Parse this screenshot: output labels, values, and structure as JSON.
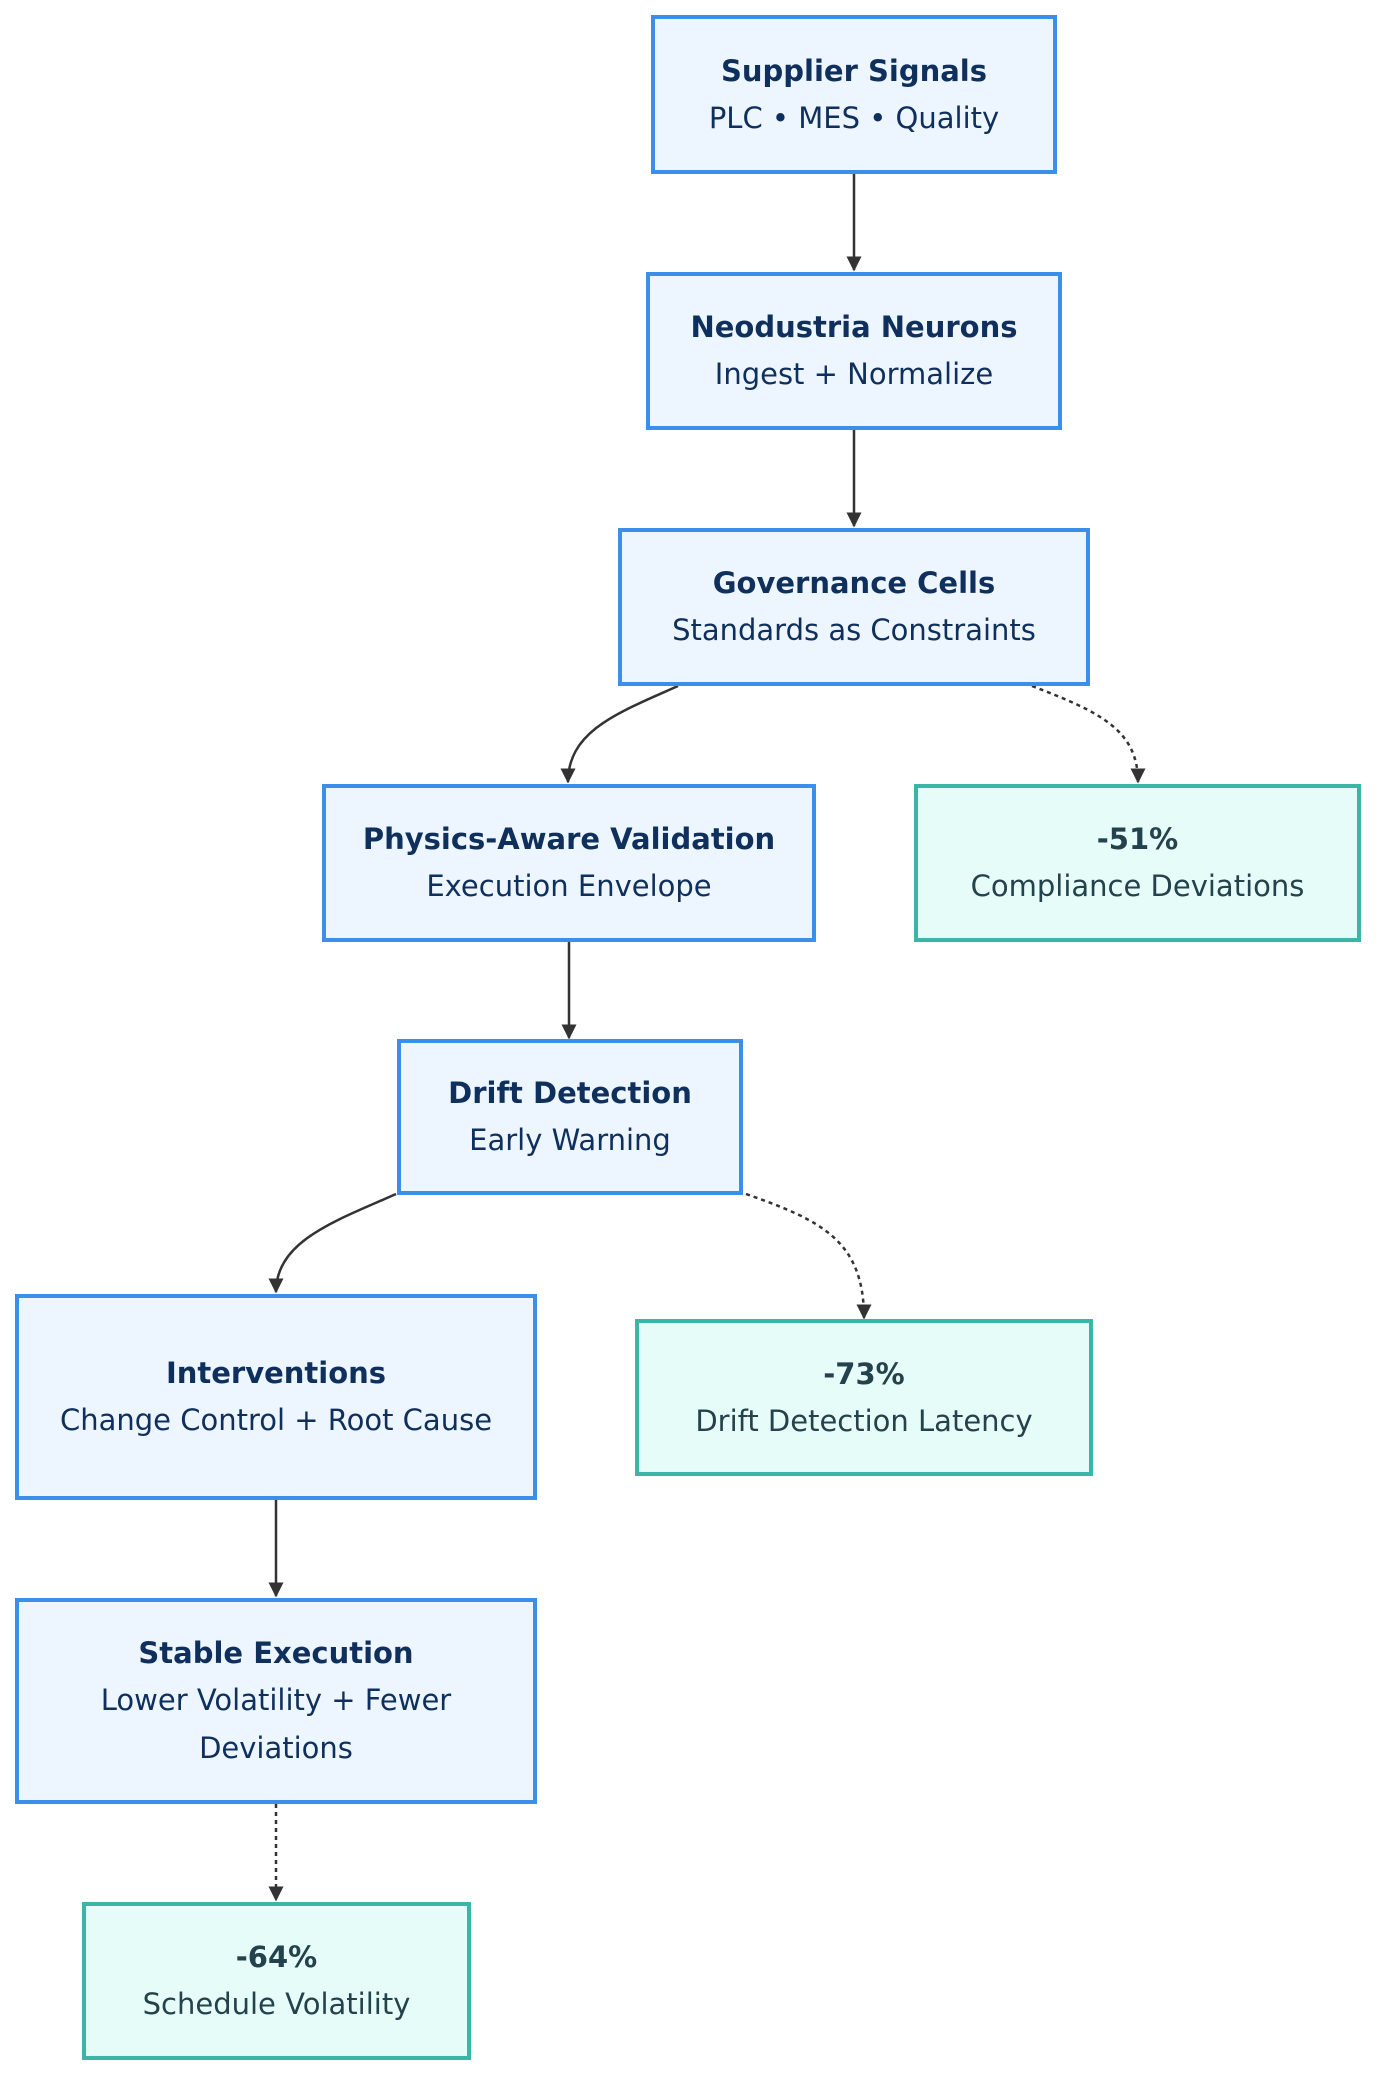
{
  "nodes": {
    "supplier": {
      "title": "Supplier Signals",
      "sub": "PLC • MES • Quality"
    },
    "neurons": {
      "title": "Neodustria Neurons",
      "sub": "Ingest + Normalize"
    },
    "governance": {
      "title": "Governance Cells",
      "sub": "Standards as Constraints"
    },
    "physics": {
      "title": "Physics-Aware Validation",
      "sub": "Execution Envelope"
    },
    "compliance": {
      "title": "-51%",
      "sub": "Compliance Deviations"
    },
    "drift": {
      "title": "Drift Detection",
      "sub": "Early Warning"
    },
    "interventions": {
      "title": "Interventions",
      "sub": "Change Control + Root Cause"
    },
    "drift_latency": {
      "title": "-73%",
      "sub": "Drift Detection Latency"
    },
    "stable": {
      "title": "Stable Execution",
      "sub": "Lower Volatility + Fewer Deviations"
    },
    "schedule": {
      "title": "-64%",
      "sub": "Schedule Volatility"
    }
  },
  "colors": {
    "step_fill": "#edf5ff",
    "step_border": "#3b8eea",
    "metric_fill": "#e6fcf8",
    "metric_border": "#3ab5a6",
    "edge": "#333333"
  }
}
